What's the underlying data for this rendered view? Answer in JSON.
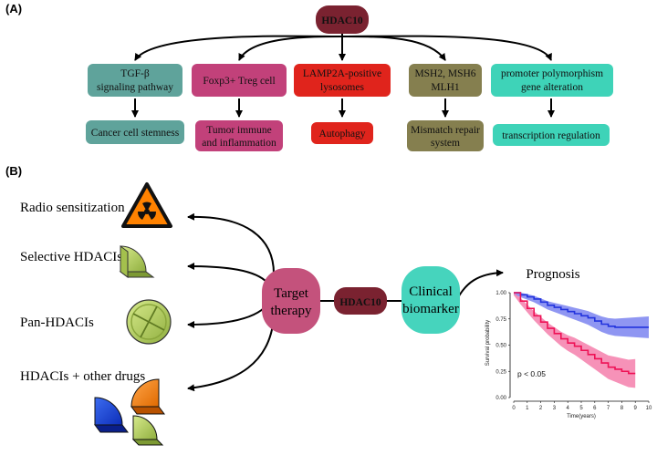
{
  "panel_a": {
    "label": "(A)",
    "root": "HDAC10",
    "pathways": [
      {
        "top": [
          "TGF-β",
          "signaling pathway"
        ],
        "bottom": [
          "Cancer cell stemness"
        ]
      },
      {
        "top": [
          "Foxp3+ Treg cell"
        ],
        "bottom": [
          "Tumor immune",
          "and inflammation"
        ]
      },
      {
        "top": [
          "LAMP2A-positive",
          "lysosomes"
        ],
        "bottom": [
          "Autophagy"
        ]
      },
      {
        "top": [
          "MSH2, MSH6",
          "MLH1"
        ],
        "bottom": [
          "Mismatch repair",
          "system"
        ]
      },
      {
        "top": [
          "promoter polymorphism",
          "gene alteration"
        ],
        "bottom": [
          "transcription regulation"
        ]
      }
    ]
  },
  "panel_b": {
    "label": "(B)",
    "center": "HDAC10",
    "target": [
      "Target",
      "therapy"
    ],
    "clinical": [
      "Clinical",
      "biomarker"
    ],
    "drugs": [
      "Radio sensitization",
      "Selective HDACIs",
      "Pan-HDACIs",
      "HDACIs + other drugs"
    ],
    "icons": [
      "radiation-hazard-icon",
      "selective-inhibitor-pill-icon",
      "pan-inhibitor-pill-icon",
      "combination-pills-icon"
    ]
  },
  "colors": {
    "hdac10": "#7a2230",
    "teal_box": "#5fa39b",
    "pink_box": "#c2417a",
    "red_box": "#e0241c",
    "olive_box": "#857f4f",
    "aqua_box": "#3ed3b8",
    "target_therapy": "#c4527c",
    "clinical_biomarker": "#46d4bd",
    "km_high": "#2233dd",
    "km_high_band": "#7b84f0",
    "km_low": "#ee1155",
    "km_low_band": "#f57fab"
  },
  "chart_data": {
    "type": "line",
    "title": "Prognosis",
    "xlabel": "Time(years)",
    "ylabel": "Survival probability",
    "xlim": [
      0,
      10
    ],
    "ylim": [
      0,
      1
    ],
    "x_ticks": [
      0,
      1,
      2,
      3,
      4,
      5,
      6,
      7,
      8,
      9,
      10
    ],
    "y_ticks": [
      "0.00",
      "0.25",
      "0.50",
      "0.75",
      "1.00"
    ],
    "annotation": "p < 0.05",
    "series": [
      {
        "x": [
          0,
          0.5,
          1,
          1.5,
          2,
          2.5,
          3,
          3.5,
          4,
          4.5,
          5,
          5.5,
          6,
          6.5,
          7,
          7.5,
          8,
          8.5,
          9,
          9.5,
          10
        ],
        "values": [
          1.0,
          0.98,
          0.96,
          0.94,
          0.91,
          0.88,
          0.86,
          0.84,
          0.82,
          0.8,
          0.78,
          0.76,
          0.73,
          0.7,
          0.68,
          0.67,
          0.67,
          0.67,
          0.67,
          0.67,
          0.67
        ]
      },
      {
        "x": [
          0,
          0.5,
          1,
          1.5,
          2,
          2.5,
          3,
          3.5,
          4,
          4.5,
          5,
          5.5,
          6,
          6.5,
          7,
          7.5,
          8,
          8.5,
          9
        ],
        "values": [
          1.0,
          0.92,
          0.85,
          0.78,
          0.72,
          0.66,
          0.61,
          0.56,
          0.52,
          0.49,
          0.45,
          0.41,
          0.37,
          0.33,
          0.29,
          0.27,
          0.25,
          0.23,
          0.23
        ]
      }
    ]
  }
}
